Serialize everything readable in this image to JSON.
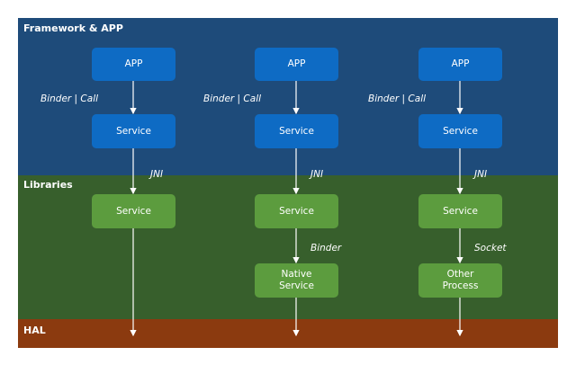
{
  "layers": {
    "framework": "Framework & APP",
    "libraries": "Libraries",
    "hal": "HAL"
  },
  "columns": [
    {
      "app": "APP",
      "edge1": "Binder | Call",
      "service_fw": "Service",
      "edge2": "JNI",
      "service_lib": "Service"
    },
    {
      "app": "APP",
      "edge1": "Binder | Call",
      "service_fw": "Service",
      "edge2": "JNI",
      "service_lib": "Service",
      "edge3": "Binder",
      "extra": "Native\nService"
    },
    {
      "app": "APP",
      "edge1": "Binder | Call",
      "service_fw": "Service",
      "edge2": "JNI",
      "service_lib": "Service",
      "edge3": "Socket",
      "extra": "Other\nProcess"
    }
  ],
  "colors": {
    "framework_band": "#1e4b7a",
    "libraries_band": "#375f2c",
    "hal_band": "#8b3a0f",
    "framework_box": "#0e6bc4",
    "libraries_box": "#5c9c3e",
    "arrow": "#ffffff"
  }
}
